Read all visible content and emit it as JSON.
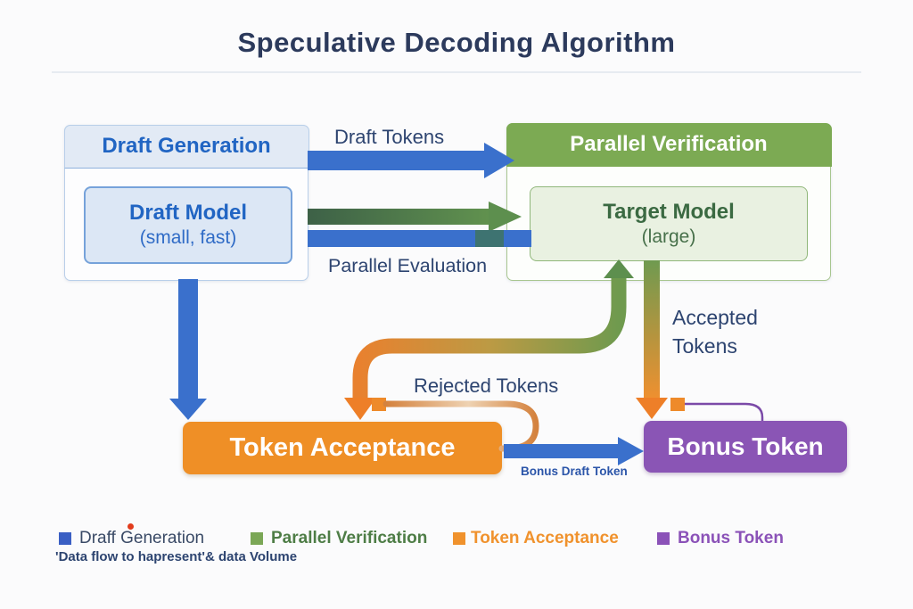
{
  "palette": {
    "title-navy": "#2c3a5c",
    "navy": "#2d4470",
    "blue": "#3a70cc",
    "blue-text": "#2165c3",
    "blue-detail": "#2f6bc6",
    "header-blue-bg": "#e2eaf5",
    "header-blue-divider": "#8fb2dd",
    "outer-blue-border": "#b9cfe9",
    "box-blue-bg": "#dce7f5",
    "box-blue-border": "#76a2da",
    "green-header": "#7caa53",
    "outer-green-border": "#a8c690",
    "box-green-bg": "#e9f1e1",
    "box-green-border": "#90b77a",
    "green-text": "#3b6a42",
    "green-detail": "#47704a",
    "green-arrow-dark": "#3d6147",
    "green-arrow": "#679a50",
    "green-arrowhead": "#5d8f4e",
    "orange": "#ef8f26",
    "orange-arrowhead": "#ee7f28",
    "orange-square": "#ee8a2a",
    "loop-orange": "#d4823e",
    "loop-cream": "#eed2b2",
    "purple": "#8a55b5",
    "purple-line": "#7b4aa8",
    "teal-blend": "#3f7360",
    "legend-blue-sq": "#3a5fc4",
    "legend-green-sq": "#7ba756",
    "legend-navy": "#3a4a66",
    "legend-green": "#4e7d46",
    "legend-orange": "#f0922d",
    "legend-purple": "#8b52b8",
    "bonus-label-blue": "#2b55a9",
    "red-speck": "#e23c1c"
  },
  "title": "Speculative Decoding Algorithm",
  "nodes": {
    "draft_generation": {
      "title": "Draft Generation",
      "model_name": "Draft Model",
      "model_detail": "(small, fast)"
    },
    "parallel_verification": {
      "title": "Parallel Verification",
      "model_name": "Target Model",
      "model_detail": "(large)"
    },
    "token_acceptance": {
      "label": "Token Acceptance"
    },
    "bonus_token": {
      "label": "Bonus Token"
    }
  },
  "edge_labels": {
    "draft_tokens": "Draft Tokens",
    "parallel_evaluation": "Parallel Evaluation",
    "rejected_tokens": "Rejected Tokens",
    "accepted_tokens": "Accepted Tokens",
    "bonus_draft_token": "Bonus Draft Token"
  },
  "legend": {
    "items": [
      {
        "label": "Draff Generation"
      },
      {
        "label": "Parallel Verification"
      },
      {
        "label": "Token Acceptance"
      },
      {
        "label": "Bonus Token"
      }
    ],
    "note": "'Data flow to hapresent'& data Volume"
  }
}
